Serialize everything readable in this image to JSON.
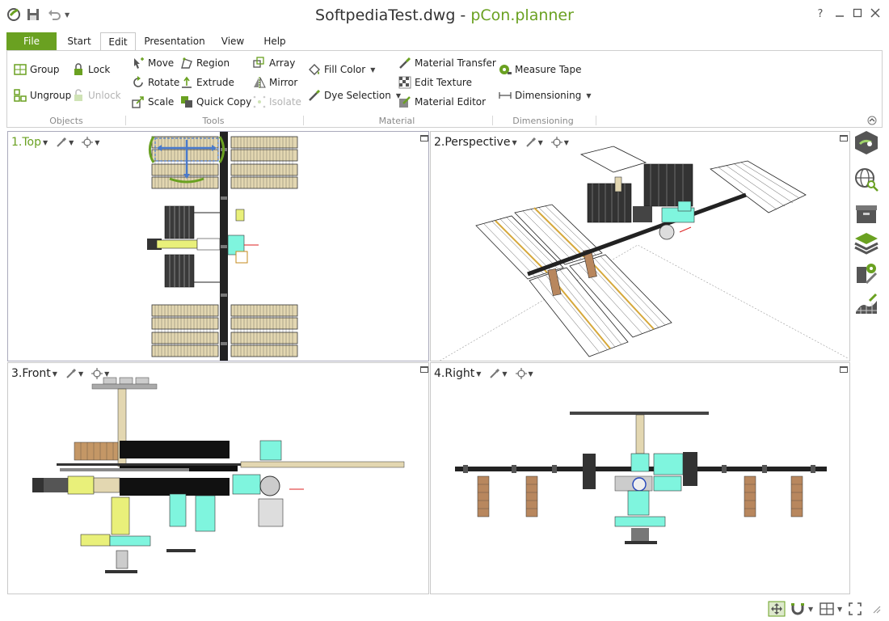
{
  "window": {
    "file_name": "SoftpediaTest.dwg",
    "separator": " - ",
    "app_name": "pCon.planner",
    "help_label": "?"
  },
  "tabs": {
    "file": "File",
    "start": "Start",
    "edit": "Edit",
    "presentation": "Presentation",
    "view": "View",
    "help": "Help"
  },
  "ribbon": {
    "objects": {
      "group": "Group",
      "ungroup": "Ungroup",
      "lock": "Lock",
      "unlock": "Unlock",
      "label": "Objects"
    },
    "tools": {
      "move": "Move",
      "rotate": "Rotate",
      "scale": "Scale",
      "region": "Region",
      "extrude": "Extrude",
      "quick_copy": "Quick Copy",
      "array": "Array",
      "mirror": "Mirror",
      "isolate": "Isolate",
      "label": "Tools"
    },
    "material": {
      "fill_color": "Fill Color",
      "dye_selection": "Dye Selection",
      "material_transfer": "Material Transfer",
      "edit_texture": "Edit Texture",
      "material_editor": "Material Editor",
      "label": "Material"
    },
    "dimensioning": {
      "measure_tape": "Measure Tape",
      "dimensioning": "Dimensioning",
      "label": "Dimensioning"
    }
  },
  "viewports": {
    "top": "1.Top",
    "perspective": "2.Perspective",
    "front": "3.Front",
    "right": "4.Right"
  },
  "colors": {
    "accent": "#6aa121",
    "cyan_module": "#7ff5de",
    "solar_tan": "#e3d7b1",
    "radiator_brown": "#b8875e",
    "yellow_module": "#e9f07a"
  }
}
